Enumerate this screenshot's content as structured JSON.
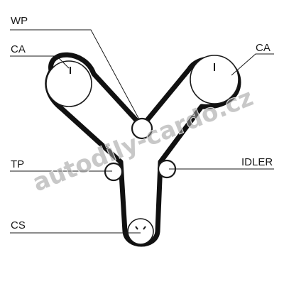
{
  "diagram": {
    "labels": {
      "wp": "WP",
      "ca_left": "CA",
      "ca_right": "CA",
      "tp": "TP",
      "idler": "IDLER",
      "cs": "CS"
    },
    "watermark": "autodily-cardo.cz",
    "colors": {
      "line": "#1a1a1a",
      "belt": "#111111",
      "watermark": "#9a9a9a",
      "background": "#ffffff"
    }
  }
}
